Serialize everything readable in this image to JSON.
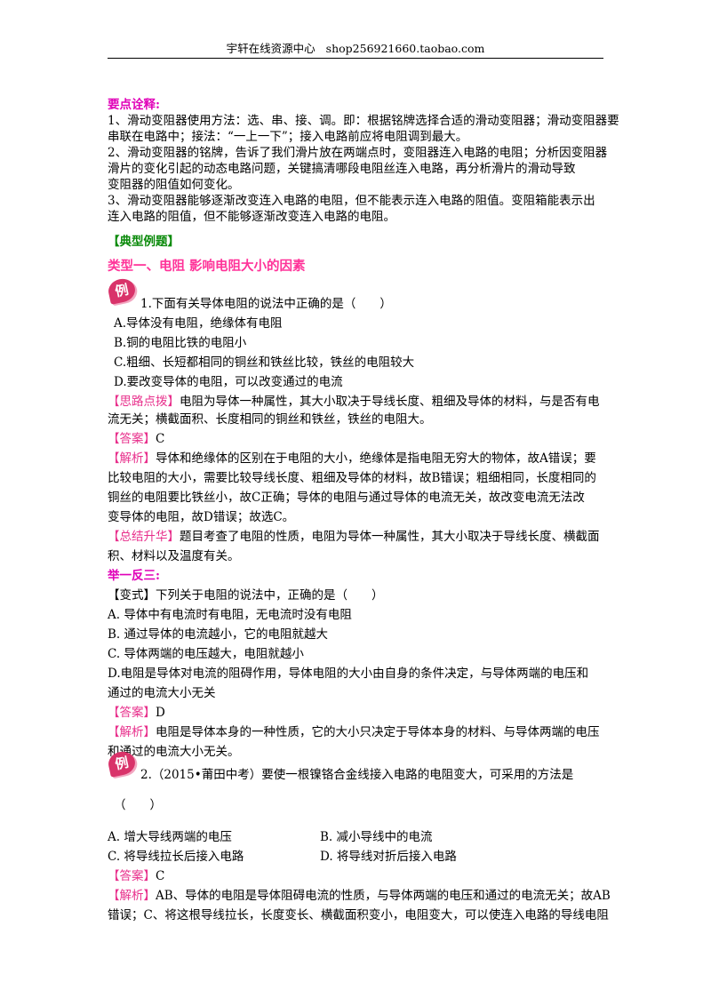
{
  "header": {
    "site": "宇轩在线资源中心",
    "shop": "shop256921660.taobao.com"
  },
  "key_points": {
    "title": "要点诠释:",
    "lines": [
      "1、滑动变阻器使用方法：选、串、接、调。即：根据铭牌选择合适的滑动变阻器；滑动变阻器要",
      "串联在电路中；接法：“一上一下”；接入电路前应将电阻调到最大。",
      "2、滑动变阻器的铭牌，告诉了我们滑片放在两端点时，变阻器连入电路的电阻；分析因变阻器",
      "滑片的变化引起的动态电路问题，关键搞清哪段电阻丝连入电路，再分析滑片的滑动导致",
      "变阻器的阻值如何变化。",
      "3、滑动变阻器能够逐渐改变连入电路的电阻，但不能表示连入电路的阻值。变阻箱能表示出",
      "连入电路的阻值，但不能够逐渐改变连入电路的电阻。"
    ]
  },
  "section_title": "【典型例题】",
  "type1_title": "类型一、电阻  影响电阻大小的因素",
  "badge_label": "例",
  "q1": {
    "stem": "1.下面有关导体电阻的说法中正确的是（　　）",
    "options": [
      "A.导体没有电阻，绝缘体有电阻",
      "B.铜的电阻比铁的电阻小",
      "C.粗细、长短都相同的铜丝和铁丝比较，铁丝的电阻较大",
      "D.要改变导体的电阻，可以改变通过的电流"
    ],
    "hint_tag": "【思路点拨】",
    "hint_lines": [
      "电阻为导体一种属性，其大小取决于导线长度、粗细及导体的材料，与是否有电",
      "流无关；横截面积、长度相同的铜丝和铁丝，铁丝的电阻大。"
    ],
    "answer_tag": "【答案】",
    "answer": "C",
    "analysis_tag": "【解析】",
    "analysis_lines": [
      "导体和绝缘体的区别在于电阻的大小，绝缘体是指电阻无穷大的物体，故A错误；要",
      "比较电阻的大小，需要比较导线长度、粗细及导体的材料，故B错误；粗细相同，长度相同的",
      "铜丝的电阻要比铁丝小，故C正确；导体的电阻与通过导体的电流无关，故改变电流无法改",
      "变导体的电阻，故D错误；故选C。"
    ],
    "summary_tag": "【总结升华】",
    "summary_lines": [
      "题目考查了电阻的性质，电阻为导体一种属性，其大小取决于导线长度、横截面",
      "积、材料以及温度有关。"
    ]
  },
  "variant": {
    "heading": "举一反三:",
    "stem": "【变式】下列关于电阻的说法中，正确的是（　　）",
    "options": [
      "A. 导体中有电流时有电阻，无电流时没有电阻",
      "B. 通过导体的电流越小，它的电阻就越大",
      "C. 导体两端的电压越大，电阻就越小",
      "D.电阻是导体对电流的阻碍作用，导体电阻的大小由自身的条件决定，与导体两端的电压和",
      "通过的电流大小无关"
    ],
    "answer_tag": "【答案】",
    "answer": "D",
    "analysis_tag": "【解析】",
    "analysis_lines": [
      "电阻是导体本身的一种性质，它的大小只决定于导体本身的材料、与导体两端的电压",
      "和通过的电流大小无关。"
    ]
  },
  "q2": {
    "stem": "2.（2015•莆田中考）要使一根镍铬合金线接入电路的电阻变大，可采用的方法是",
    "paren": "（　　）",
    "option_a": "A. 增大导线两端的电压",
    "option_b": "B. 减小导线中的电流",
    "option_c": "C. 将导线拉长后接入电路",
    "option_d": "D. 将导线对折后接入电路",
    "answer_tag": "【答案】",
    "answer": "C",
    "analysis_tag": "【解析】",
    "analysis_lines": [
      "AB、导体的电阻是导体阻碍电流的性质，与导体两端的电压和通过的电流无关；故AB",
      "错误；C、将这根导线拉长，长度变长、横截面积变小，电阻变大，可以使连入电路的导线电阻"
    ]
  },
  "colors": {
    "magenta": "#e000b8",
    "tag_pink": "#e8308c",
    "section_green": "#0a8a0a",
    "type_pink": "#ff3399",
    "badge": "#d9336a"
  }
}
